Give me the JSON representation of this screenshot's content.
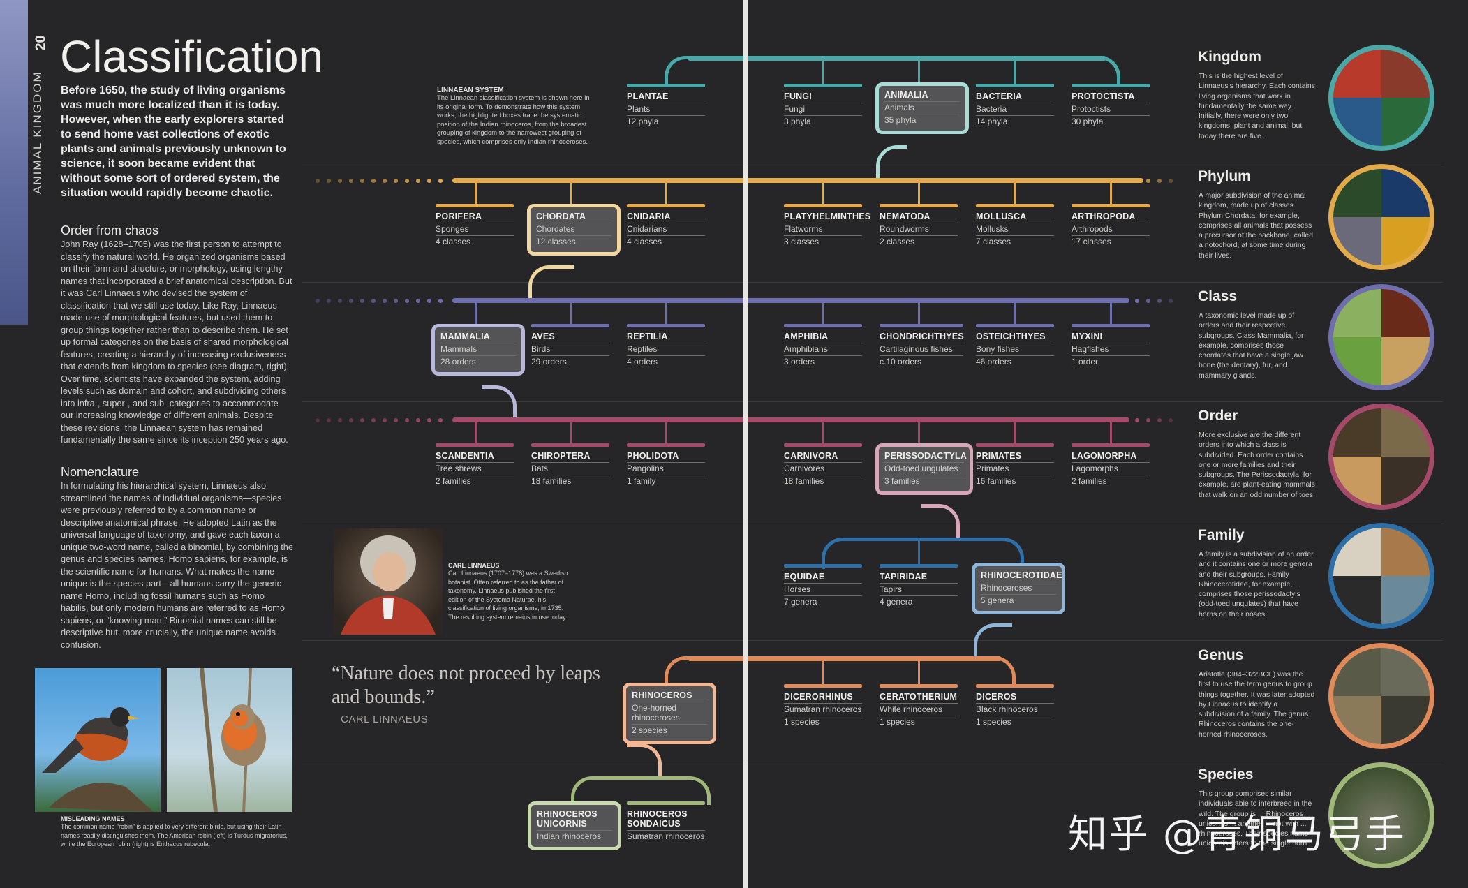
{
  "spine": {
    "label": "ANIMAL KINGDOM",
    "page": "20"
  },
  "title": "Classification",
  "intro": "Before 1650, the study of living organisms was much more localized than it is today. However, when the early explorers started to send home vast collections of exotic plants and animals previously unknown to science, it soon became evident that without some sort of ordered system, the situation would rapidly become chaotic.",
  "sections": [
    {
      "heading": "Order from chaos",
      "text": "John Ray (1628–1705) was the first person to attempt to classify the natural world. He organized organisms based on their form and structure, or morphology, using lengthy names that incorporated a brief anatomical description. But it was Carl Linnaeus who devised the system of classification that we still use today. Like Ray, Linnaeus made use of morphological features, but used them to group things together rather than to describe them. He set up formal categories on the basis of shared morphological features, creating a hierarchy of increasing exclusiveness that extends from kingdom to species (see diagram, right). Over time, scientists have expanded the system, adding levels such as domain and cohort, and subdividing others into infra-, super-, and sub- categories to accommodate our increasing knowledge of different animals. Despite these revisions, the Linnaean system has remained fundamentally the same since its inception 250 years ago."
    },
    {
      "heading": "Nomenclature",
      "text": "In formulating his hierarchical system, Linnaeus also streamlined the names of individual organisms—species were previously referred to by a common name or descriptive anatomical phrase. He adopted Latin as the universal language of taxonomy, and gave each taxon a unique two-word name, called a binomial, by combining the genus and species names. Homo sapiens, for example, is the scientific name for humans. What makes the name unique is the species part—all humans carry the generic name Homo, including fossil humans such as Homo habilis, but only modern humans are referred to as Homo sapiens, or “knowing man.” Binomial names can still be descriptive but, more crucially, the unique name avoids confusion."
    }
  ],
  "robin_caption": {
    "title": "MISLEADING NAMES",
    "text": "The common name “robin” is applied to very different birds, but using their Latin names readily distinguishes them. The American robin (left) is Turdus migratorius, while the European robin (right) is Erithacus rubecula."
  },
  "linnaean_caption": {
    "title": "LINNAEAN SYSTEM",
    "text": "The Linnaean classification system is shown here in its original form. To demonstrate how this system works, the highlighted boxes trace the systematic position of the Indian rhinoceros, from the broadest grouping of kingdom to the narrowest grouping of species, which comprises only Indian rhinoceroses."
  },
  "linnaeus_caption": {
    "title": "CARL LINNAEUS",
    "text": "Carl Linnaeus (1707–1778) was a Swedish botanist. Often referred to as the father of taxonomy, Linnaeus published the first edition of the Systema Naturae, his classification of living organisms, in 1735. The resulting system remains in use today."
  },
  "quote": {
    "text": "“Nature does not proceed by leaps and bounds.”",
    "author": "CARL LINNAEUS"
  },
  "colors": {
    "kingdom": "#4aa8a8",
    "phylum": "#e2aa4a",
    "class": "#6f6fae",
    "order": "#a64a6a",
    "family": "#2e6fa8",
    "genus": "#e08a5a",
    "species": "#9fb87a"
  },
  "tree": {
    "kingdom": [
      {
        "name": "PLANTAE",
        "common": "Plants",
        "count": "12 phyla"
      },
      {
        "name": "FUNGI",
        "common": "Fungi",
        "count": "3 phyla"
      },
      {
        "name": "ANIMALIA",
        "common": "Animals",
        "count": "35 phyla"
      },
      {
        "name": "BACTERIA",
        "common": "Bacteria",
        "count": "14 phyla"
      },
      {
        "name": "PROTOCTISTA",
        "common": "Protoctists",
        "count": "30 phyla"
      }
    ],
    "phylum": [
      {
        "name": "PORIFERA",
        "common": "Sponges",
        "count": "4 classes"
      },
      {
        "name": "CHORDATA",
        "common": "Chordates",
        "count": "12 classes"
      },
      {
        "name": "CNIDARIA",
        "common": "Cnidarians",
        "count": "4 classes"
      },
      {
        "name": "PLATYHELMINTHES",
        "common": "Flatworms",
        "count": "3 classes"
      },
      {
        "name": "NEMATODA",
        "common": "Roundworms",
        "count": "2 classes"
      },
      {
        "name": "MOLLUSCA",
        "common": "Mollusks",
        "count": "7 classes"
      },
      {
        "name": "ARTHROPODA",
        "common": "Arthropods",
        "count": "17 classes"
      }
    ],
    "class": [
      {
        "name": "MAMMALIA",
        "common": "Mammals",
        "count": "28 orders"
      },
      {
        "name": "AVES",
        "common": "Birds",
        "count": "29 orders"
      },
      {
        "name": "REPTILIA",
        "common": "Reptiles",
        "count": "4 orders"
      },
      {
        "name": "AMPHIBIA",
        "common": "Amphibians",
        "count": "3 orders"
      },
      {
        "name": "CHONDRICHTHYES",
        "common": "Cartilaginous fishes",
        "count": "c.10 orders"
      },
      {
        "name": "OSTEICHTHYES",
        "common": "Bony fishes",
        "count": "46 orders"
      },
      {
        "name": "MYXINI",
        "common": "Hagfishes",
        "count": "1 order"
      }
    ],
    "order": [
      {
        "name": "SCANDENTIA",
        "common": "Tree shrews",
        "count": "2 families"
      },
      {
        "name": "CHIROPTERA",
        "common": "Bats",
        "count": "18 families"
      },
      {
        "name": "PHOLIDOTA",
        "common": "Pangolins",
        "count": "1 family"
      },
      {
        "name": "CARNIVORA",
        "common": "Carnivores",
        "count": "18 families"
      },
      {
        "name": "PERISSODACTYLA",
        "common": "Odd-toed ungulates",
        "count": "3 families"
      },
      {
        "name": "PRIMATES",
        "common": "Primates",
        "count": "16 families"
      },
      {
        "name": "LAGOMORPHA",
        "common": "Lagomorphs",
        "count": "2 families"
      }
    ],
    "family": [
      {
        "name": "EQUIDAE",
        "common": "Horses",
        "count": "7 genera"
      },
      {
        "name": "TAPIRIDAE",
        "common": "Tapirs",
        "count": "4 genera"
      },
      {
        "name": "RHINOCEROTIDAE",
        "common": "Rhinoceroses",
        "count": "5 genera"
      }
    ],
    "genus": [
      {
        "name": "RHINOCEROS",
        "common": "One-horned rhinoceroses",
        "count": "2 species"
      },
      {
        "name": "DICERORHINUS",
        "common": "Sumatran rhinoceros",
        "count": "1 species"
      },
      {
        "name": "CERATOTHERIUM",
        "common": "White rhinoceros",
        "count": "1 species"
      },
      {
        "name": "DICEROS",
        "common": "Black rhinoceros",
        "count": "1 species"
      }
    ],
    "species": [
      {
        "name": "RHINOCEROS UNICORNIS",
        "common": "Indian rhinoceros"
      },
      {
        "name": "RHINOCEROS SONDAICUS",
        "common": "Sumatran rhinoceros"
      }
    ]
  },
  "ranks": [
    {
      "title": "Kingdom",
      "text": "This is the highest level of Linnaeus's hierarchy. Each contains living organisms that work in fundamentally the same way. Initially, there were only two kingdoms, plant and animal, but today there are five."
    },
    {
      "title": "Phylum",
      "text": "A major subdivision of the animal kingdom, made up of classes. Phylum Chordata, for example, comprises all animals that possess a precursor of the backbone, called a notochord, at some time during their lives."
    },
    {
      "title": "Class",
      "text": "A taxonomic level made up of orders and their respective subgroups. Class Mammalia, for example, comprises those chordates that have a single jaw bone (the dentary), fur, and mammary glands."
    },
    {
      "title": "Order",
      "text": "More exclusive are the different orders into which a class is subdivided. Each order contains one or more families and their subgroups. The Perissodactyla, for example, are plant-eating mammals that walk on an odd number of toes."
    },
    {
      "title": "Family",
      "text": "A family is a subdivision of an order, and it contains one or more genera and their subgroups. Family Rhinocerotidae, for example, comprises those perissodactyls (odd-toed ungulates) that have horns on their noses."
    },
    {
      "title": "Genus",
      "text": "Aristotle (384–322BCE) was the first to use the term genus to group things together. It was later adopted by Linnaeus to identify a subdivision of a family. The genus Rhinoceros contains the one-horned rhinoceroses."
    },
    {
      "title": "Species",
      "text": "This group comprises similar individuals able to interbreed in the wild. The group is ... Rhinoceros unicornis ... another ... not with ... rhinoceroses. Their species name unicornis refers to the single horn."
    }
  ],
  "watermark": "知乎 @青铜马弓手"
}
